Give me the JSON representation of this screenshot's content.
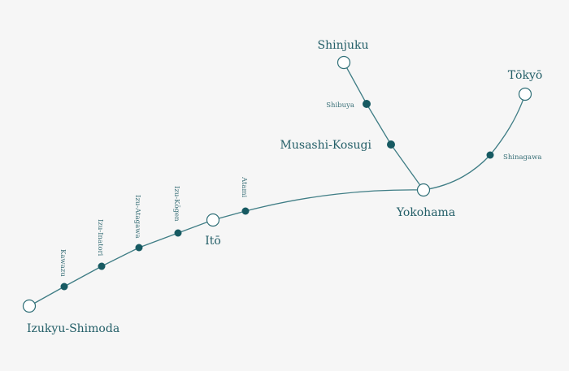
{
  "colors": {
    "background": "#f6f6f6",
    "line": "#3f7d85",
    "stop": "#175a62",
    "text": "#245f68"
  },
  "terminals": {
    "shimoda": "Izukyu-Shimoda",
    "ito": "Itō",
    "yokohama": "Yokohama",
    "shinjuku": "Shinjuku",
    "tokyo": "Tōkyō"
  },
  "stations": {
    "kawazu": "Kawazu",
    "inatori": "Izu-Inatori",
    "atagawa": "Izu-Atagawa",
    "kogen": "Izu-Kōgen",
    "atami": "Atami",
    "shibuya": "Shibuya",
    "musashi_kosugi": "Musashi-Kosugi",
    "shinagawa": "Shinagawa"
  }
}
